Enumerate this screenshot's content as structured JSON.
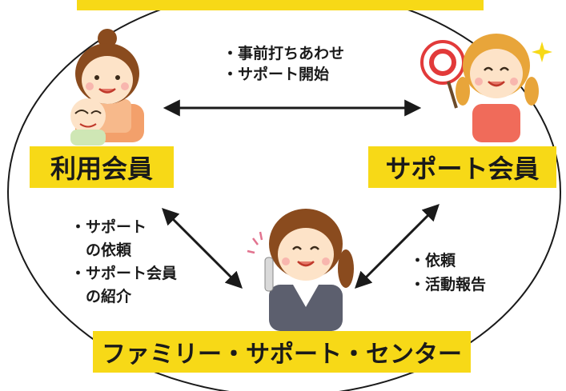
{
  "colors": {
    "label_bg": "#f7d917",
    "stroke": "#1a1a1a",
    "hair": "#8a4b1e",
    "skin": "#fde3c8",
    "suit": "#5c5f6e",
    "apron": "#f3a06b"
  },
  "nodes": {
    "member_user": {
      "label": "利用会員",
      "icon": "mother-with-baby-icon"
    },
    "member_support": {
      "label": "サポート会員",
      "icon": "girl-with-ok-sign-icon"
    },
    "center": {
      "label": "ファミリー・サポート・センター",
      "icon": "staff-on-phone-icon"
    }
  },
  "edges": {
    "top": {
      "lines": [
        "・事前打ちあわせ",
        "・サポート開始"
      ]
    },
    "left": {
      "lines": [
        "・サポート",
        "　の依頼",
        "・サポート会員",
        "　の紹介"
      ]
    },
    "right": {
      "lines": [
        "・依頼",
        "・活動報告"
      ]
    }
  }
}
